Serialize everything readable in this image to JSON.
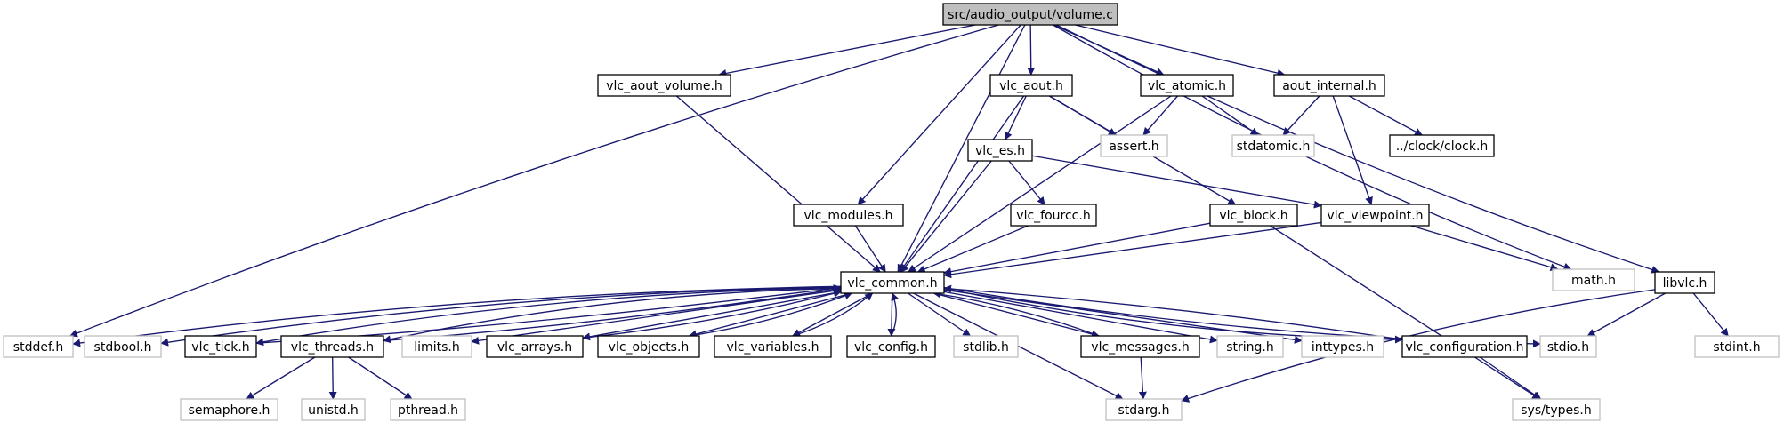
{
  "graph": {
    "nodes": {
      "root": {
        "label": "src/audio_output/volume.c",
        "style": "root"
      },
      "aout_volume": {
        "label": "vlc_aout_volume.h",
        "style": "local"
      },
      "aout": {
        "label": "vlc_aout.h",
        "style": "local"
      },
      "atomic": {
        "label": "vlc_atomic.h",
        "style": "local"
      },
      "aout_int": {
        "label": "aout_internal.h",
        "style": "local"
      },
      "assert": {
        "label": "assert.h",
        "style": "system"
      },
      "stdatomic": {
        "label": "stdatomic.h",
        "style": "system"
      },
      "clock": {
        "label": "../clock/clock.h",
        "style": "local"
      },
      "es": {
        "label": "vlc_es.h",
        "style": "local"
      },
      "modules": {
        "label": "vlc_modules.h",
        "style": "local"
      },
      "fourcc": {
        "label": "vlc_fourcc.h",
        "style": "local"
      },
      "block": {
        "label": "vlc_block.h",
        "style": "local"
      },
      "viewpoint": {
        "label": "vlc_viewpoint.h",
        "style": "local"
      },
      "libvlc": {
        "label": "libvlc.h",
        "style": "local"
      },
      "math": {
        "label": "math.h",
        "style": "system"
      },
      "common": {
        "label": "vlc_common.h",
        "style": "local"
      },
      "stddef": {
        "label": "stddef.h",
        "style": "system"
      },
      "stdbool": {
        "label": "stdbool.h",
        "style": "system"
      },
      "tick": {
        "label": "vlc_tick.h",
        "style": "local"
      },
      "threads": {
        "label": "vlc_threads.h",
        "style": "local"
      },
      "limits": {
        "label": "limits.h",
        "style": "system"
      },
      "arrays": {
        "label": "vlc_arrays.h",
        "style": "local"
      },
      "objects": {
        "label": "vlc_objects.h",
        "style": "local"
      },
      "variables": {
        "label": "vlc_variables.h",
        "style": "local"
      },
      "config": {
        "label": "vlc_config.h",
        "style": "local"
      },
      "stdlib": {
        "label": "stdlib.h",
        "style": "system"
      },
      "messages": {
        "label": "vlc_messages.h",
        "style": "local"
      },
      "string": {
        "label": "string.h",
        "style": "system"
      },
      "inttypes": {
        "label": "inttypes.h",
        "style": "system"
      },
      "configuration": {
        "label": "vlc_configuration.h",
        "style": "local"
      },
      "stdio": {
        "label": "stdio.h",
        "style": "system"
      },
      "stdint": {
        "label": "stdint.h",
        "style": "system"
      },
      "semaphore": {
        "label": "semaphore.h",
        "style": "system"
      },
      "unistd": {
        "label": "unistd.h",
        "style": "system"
      },
      "pthread": {
        "label": "pthread.h",
        "style": "system"
      },
      "stdarg": {
        "label": "stdarg.h",
        "style": "system"
      },
      "systypes": {
        "label": "sys/types.h",
        "style": "system"
      }
    },
    "edges": [
      [
        "root",
        "aout_volume"
      ],
      [
        "root",
        "aout"
      ],
      [
        "root",
        "atomic"
      ],
      [
        "root",
        "aout_int"
      ],
      [
        "root",
        "modules"
      ],
      [
        "root",
        "common"
      ],
      [
        "root",
        "stddef"
      ],
      [
        "root",
        "math"
      ],
      [
        "root",
        "libvlc"
      ],
      [
        "aout_volume",
        "common"
      ],
      [
        "aout",
        "assert"
      ],
      [
        "aout",
        "es"
      ],
      [
        "aout",
        "common"
      ],
      [
        "aout",
        "block"
      ],
      [
        "atomic",
        "assert"
      ],
      [
        "atomic",
        "stdatomic"
      ],
      [
        "atomic",
        "common"
      ],
      [
        "aout_int",
        "stdatomic"
      ],
      [
        "aout_int",
        "clock"
      ],
      [
        "aout_int",
        "viewpoint"
      ],
      [
        "es",
        "fourcc"
      ],
      [
        "es",
        "viewpoint"
      ],
      [
        "es",
        "common"
      ],
      [
        "modules",
        "common"
      ],
      [
        "fourcc",
        "common"
      ],
      [
        "block",
        "common"
      ],
      [
        "block",
        "systypes"
      ],
      [
        "viewpoint",
        "common"
      ],
      [
        "viewpoint",
        "math"
      ],
      [
        "libvlc",
        "stdio"
      ],
      [
        "libvlc",
        "stdint"
      ],
      [
        "libvlc",
        "stdarg"
      ],
      [
        "common",
        "stddef"
      ],
      [
        "common",
        "stdbool"
      ],
      [
        "common",
        "tick"
      ],
      [
        "common",
        "threads"
      ],
      [
        "common",
        "limits"
      ],
      [
        "common",
        "arrays"
      ],
      [
        "common",
        "objects"
      ],
      [
        "common",
        "variables"
      ],
      [
        "common",
        "config"
      ],
      [
        "common",
        "stdlib"
      ],
      [
        "common",
        "messages"
      ],
      [
        "common",
        "string"
      ],
      [
        "common",
        "inttypes"
      ],
      [
        "common",
        "configuration"
      ],
      [
        "common",
        "stdio"
      ],
      [
        "common",
        "stdarg"
      ],
      [
        "tick",
        "common"
      ],
      [
        "threads",
        "common"
      ],
      [
        "arrays",
        "common"
      ],
      [
        "objects",
        "common"
      ],
      [
        "variables",
        "common"
      ],
      [
        "config",
        "common"
      ],
      [
        "messages",
        "common"
      ],
      [
        "configuration",
        "common"
      ],
      [
        "threads",
        "semaphore"
      ],
      [
        "threads",
        "unistd"
      ],
      [
        "threads",
        "pthread"
      ],
      [
        "messages",
        "stdarg"
      ],
      [
        "configuration",
        "systypes"
      ]
    ]
  },
  "colors": {
    "edge": "#191970",
    "local_border": "#000000",
    "system_border": "#bfbfbf",
    "root_fill": "#bfbfbf",
    "node_fill": "#ffffff"
  }
}
